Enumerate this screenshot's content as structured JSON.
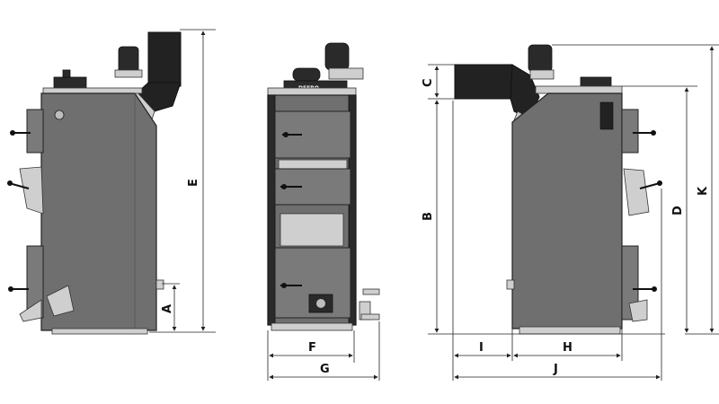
{
  "brand": "DEFRO",
  "dimensions": {
    "A": "A",
    "B": "B",
    "C": "C",
    "D": "D",
    "E": "E",
    "F": "F",
    "G": "G",
    "H": "H",
    "I": "I",
    "J": "J",
    "K": "K"
  }
}
